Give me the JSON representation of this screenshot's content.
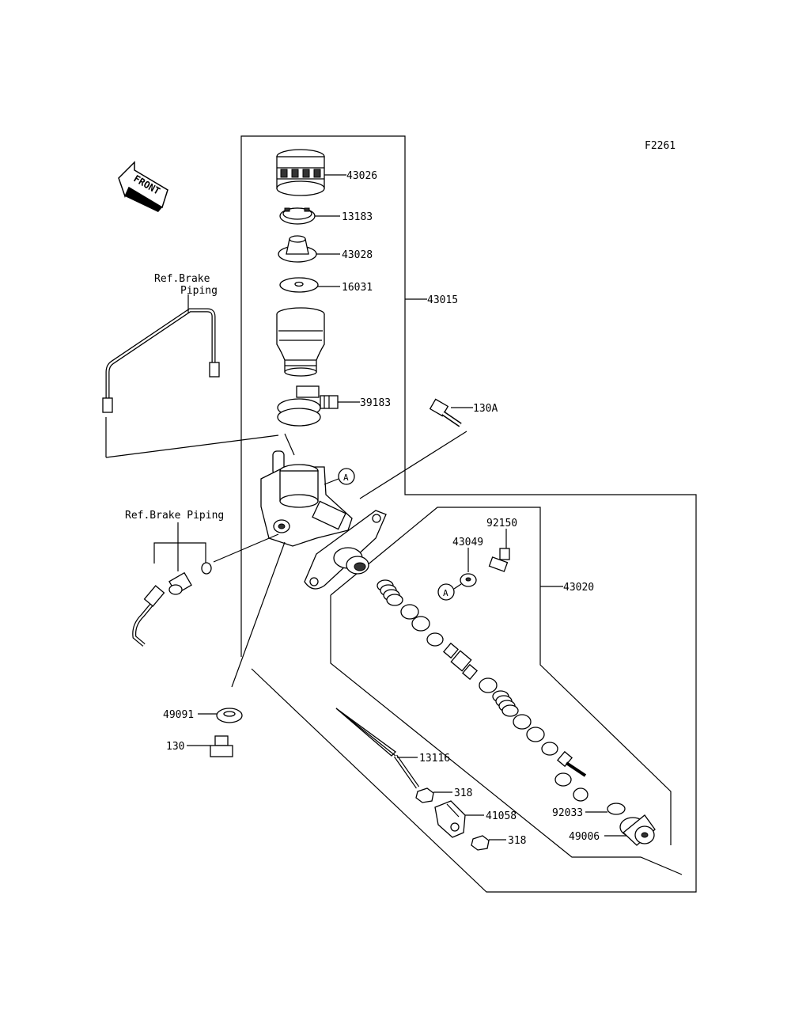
{
  "figure_code": "F2261",
  "front_arrow_text": "FRONT",
  "labels": {
    "p43026": "43026",
    "p13183": "13183",
    "p43028": "43028",
    "p16031": "16031",
    "p43015": "43015",
    "p39183": "39183",
    "p130A": "130A",
    "p92150": "92150",
    "p43049": "43049",
    "p43020": "43020",
    "p49091": "49091",
    "p130": "130",
    "p13116": "13116",
    "p318a": "318",
    "p41058": "41058",
    "p318b": "318",
    "p92033": "92033",
    "p49006": "49006",
    "refA1": "A",
    "refA2": "A"
  },
  "ref_brake_piping_1_line1": "Ref.Brake",
  "ref_brake_piping_1_line2": "Piping",
  "ref_brake_piping_2": "Ref.Brake Piping"
}
